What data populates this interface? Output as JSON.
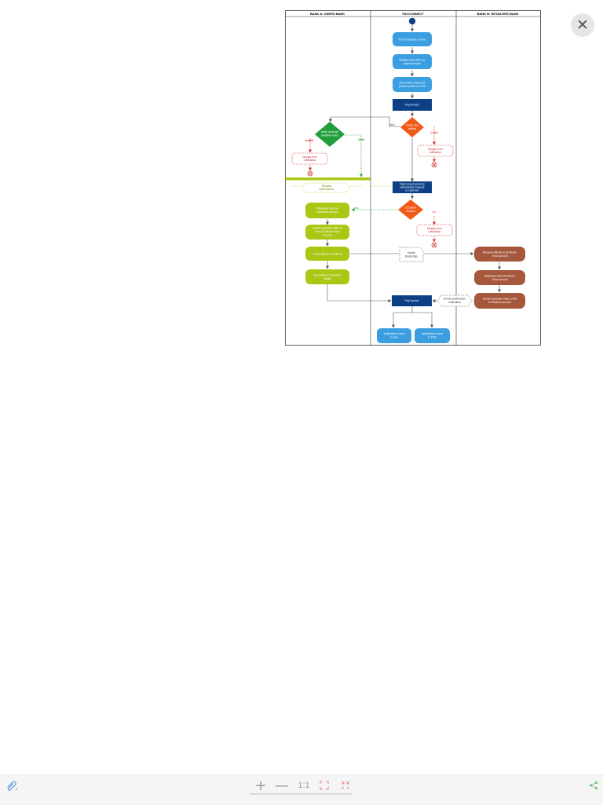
{
  "lanes": [
    "BANK A: USERS BANK",
    "PAYCONNECT",
    "BANK B: RETAILERS BANK"
  ],
  "nodes": {
    "pos_invoice": "POS Generates Invoice",
    "retailer_selects": [
      "Retailer select BPC as",
      "payment mode"
    ],
    "user_enters": [
      "User enters customers",
      "phone number on POS"
    ],
    "payconnect_1": "PayConnect",
    "check_validity": [
      "Check user",
      "validity"
    ],
    "display_error_1": [
      "Display error",
      "notification"
    ],
    "verify_funds": [
      "Verify customer",
      "available funds"
    ],
    "display_error_2": [
      "Display error",
      "notification"
    ],
    "request_auth": [
      "Request",
      "Authorisation"
    ],
    "send_auth": [
      "PayConnect sends an",
      "authorisation request",
      "to customer"
    ],
    "customer_accepts": [
      "Customer",
      "accepts"
    ],
    "display_error_3": [
      "Display error",
      "notification"
    ],
    "withdraw_fiat": [
      "Withdraws fiat from",
      "customers account"
    ],
    "send_equivalent": [
      "Sends equivalent value of",
      "fiat to its Bitcoin Trust",
      "Account"
    ],
    "send_bitcoin": "Sends Bitcoin to BANK B",
    "send_tx_details": [
      "Send Bitcoin transaction",
      "details"
    ],
    "via_blockchain": [
      "Via the",
      "Blockchain"
    ],
    "receives_bitcoin": [
      "Receives Bitcoin to its Bitcoin",
      "Trust Account"
    ],
    "withdraws_fiat_b": [
      "Withdraws fiat from Bitcoin",
      "Trust Account"
    ],
    "sends_equiv_b": [
      "Sends equivalent value of fiat",
      "to Retailers account"
    ],
    "sends_confirmation": [
      "Sends confirmation",
      "notification"
    ],
    "payconnect_2": "PayConnect",
    "notif_user": [
      "Notification is sent",
      "to user"
    ],
    "notif_pos": [
      "Notification is sent",
      "to POS"
    ]
  },
  "edge_labels": {
    "valid_1": "Valid",
    "invalid_1": "Invalid",
    "invalid_2": "Invalid",
    "valid_2": "Valid",
    "yes": "Yes",
    "no": "No"
  },
  "colors": {
    "blue": "#3a9ee0",
    "navy": "#0d3f86",
    "orange": "#f25a1a",
    "green": "#1f9e3c",
    "lime": "#a8c814",
    "brown": "#a6583c",
    "error": "#d12b2b"
  },
  "toolbar": {
    "attach_icon": "paperclip-icon",
    "zoom_in_label": "+",
    "zoom_out_label": "—",
    "zoom_reset_label": "1:1",
    "close_label": "✕"
  }
}
